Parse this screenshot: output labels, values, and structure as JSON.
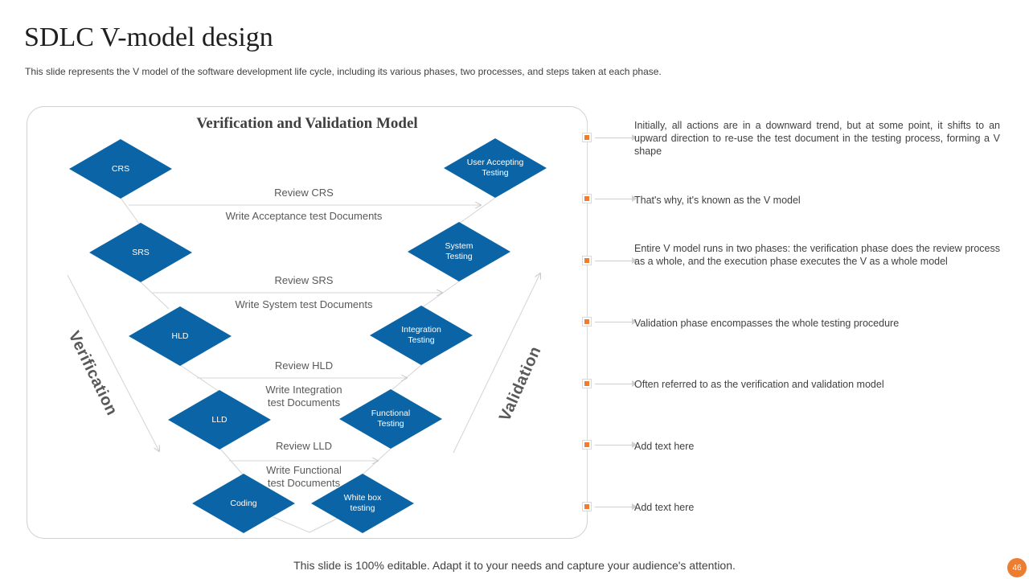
{
  "title": "SDLC V-model design",
  "subtitle": "This slide represents the V model of the software development life cycle, including its various phases, two processes, and steps taken at each phase.",
  "diagram": {
    "title": "Verification and Validation Model",
    "verification_label": "Verification",
    "validation_label": "Validation",
    "node_color": "#0b64a5",
    "left_nodes": [
      "CRS",
      "SRS",
      "HLD",
      "LLD",
      "Coding"
    ],
    "right_nodes": [
      "User Accepting\nTesting",
      "System\nTesting",
      "Integration\nTesting",
      "Functional\nTesting",
      "White box\ntesting"
    ],
    "reviews": [
      "Review  CRS",
      "Review  SRS",
      "Review  HLD",
      "Review  LLD"
    ],
    "documents": [
      "Write Acceptance test Documents",
      "Write System test Documents",
      "Write Integration\ntest Documents",
      "Write Functional\ntest Documents"
    ]
  },
  "bullets": [
    "Initially, all actions are in a downward  trend, but at some point, it shifts to an upward direction to re-use the test document in the testing process, forming a V shape",
    "That's why, it's known as the V model",
    "Entire V model runs in two phases: the verification  phase does the review process as a whole, and the execution phase executes the V as a whole model",
    "Validation phase encompasses the whole testing procedure",
    "Often referred  to as the verification  and validation  model",
    "Add text here",
    "Add text here"
  ],
  "accent_color": "#ed7d31",
  "footer": "This slide is 100% editable. Adapt it to your needs and capture your audience's attention.",
  "page_number": "46"
}
